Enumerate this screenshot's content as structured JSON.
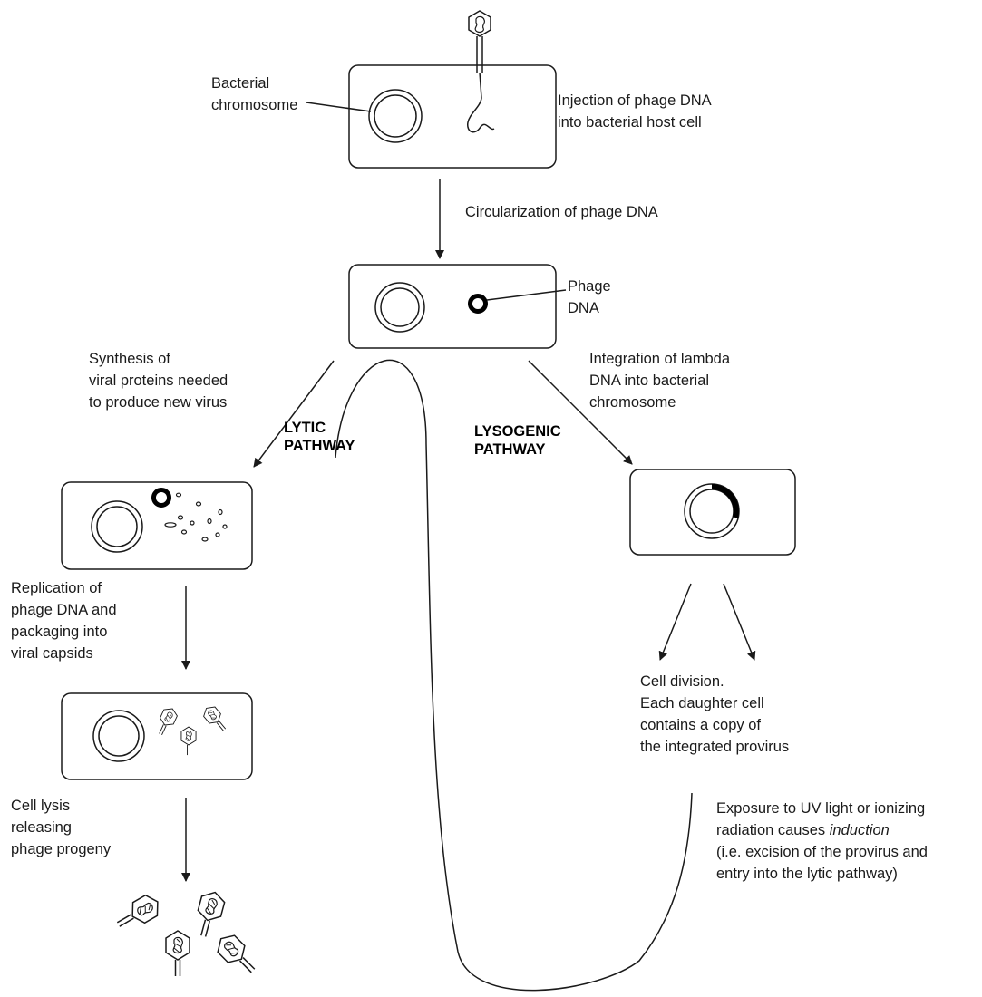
{
  "labels": {
    "bacterial_chromosome": [
      "Bacterial",
      "chromosome"
    ],
    "injection": [
      "Injection of phage DNA",
      "into bacterial host cell"
    ],
    "circularization": "Circularization of phage DNA",
    "phage_dna": [
      "Phage",
      "DNA"
    ],
    "synthesis": [
      "Synthesis of",
      "viral proteins needed",
      "to produce new virus"
    ],
    "integration": [
      "Integration of lambda",
      "DNA into bacterial",
      "chromosome"
    ],
    "lytic_pathway": [
      "LYTIC",
      "PATHWAY"
    ],
    "lysogenic_pathway": [
      "LYSOGENIC",
      "PATHWAY"
    ],
    "replication": [
      "Replication of",
      "phage DNA and",
      "packaging into",
      "viral capsids"
    ],
    "cell_division": [
      "Cell division.",
      "Each daughter cell",
      "contains a copy of",
      "the integrated provirus"
    ],
    "cell_lysis": [
      "Cell lysis",
      "releasing",
      "phage progeny"
    ],
    "exposure": {
      "line1": "Exposure to UV light or ionizing",
      "line2_prefix": "radiation causes ",
      "line2_emph": "induction",
      "line3": "(i.e. excision of the provirus and",
      "line4": "entry into the lytic pathway)"
    }
  }
}
